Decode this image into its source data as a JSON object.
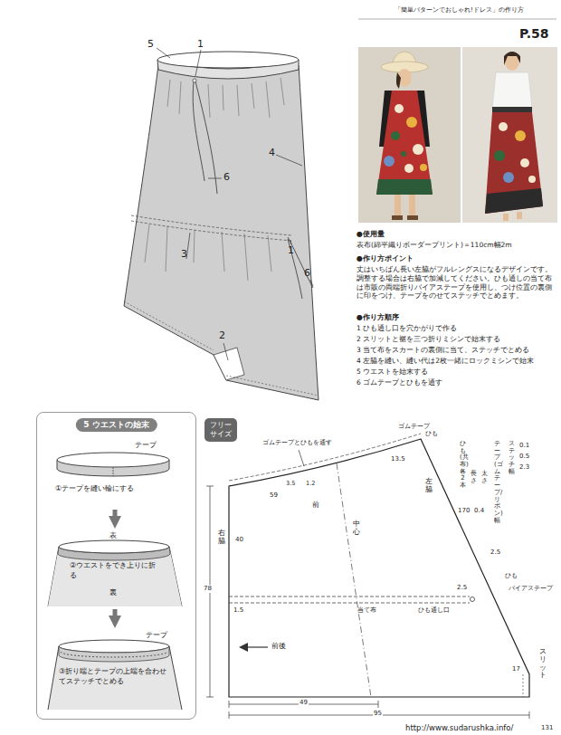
{
  "diagram": {
    "title": "「簡単パターンでおしゃれ!ドレス」の作り方",
    "nodes": [
      {
        "text": [
          "5 ウエストの始末"
        ]
      },
      {
        "text": [
          "テープ",
          "①テープを縫い輪にする"
        ],
        "in": 0
      },
      {
        "text": [
          "表",
          "②ウエストをでき上りに折る",
          "裏"
        ],
        "in": 0
      },
      {
        "text": [
          "テープ",
          "③折り端とテープの上端を合わせてステッチでとめる"
        ],
        "in": 0
      },
      {
        "text": [
          "フリー サイズ"
        ]
      }
    ],
    "edges": [
      {
        "from": 1,
        "to": 2,
        "arrow": "to"
      },
      {
        "from": 2,
        "to": 3,
        "arrow": "to"
      }
    ],
    "labels": [
      "P.58",
      "5",
      "1",
      "4",
      "6",
      "1",
      "6",
      "3",
      "2",
      "●使用量",
      "表布(綿平織りボーダープリント)＝110cm幅2m",
      "●作り方ポイント",
      "丈はいちばん長い左脇がフルレングスになるデザインです。調整する場合は右脇で加減してください。ひも通しの当て布は市販の両端折りバイアステープを使用し、つけ位置の裏側に印をつけ、テープをのせてステッチでとめます。",
      "●作り方順序",
      "1 ひも通し口を穴かがりで作る",
      "2 スリットと裾を三つ折りミシンで始末する",
      "3 当て布をスカートの裏側に当て、ステッチでとめる",
      "4 左脇を縫い、縫い代は2枚一緒にロックミシンで始末",
      "5 ウエストを始末する",
      "6 ゴムテープとひもを通す",
      "ゴムテープとひもを通す",
      "ゴムテープ",
      "ひも",
      "13.5",
      "3.5",
      "1.2",
      "59",
      "前",
      "中心",
      "右脇",
      "40",
      "78",
      "左脇",
      "ひも(共布)各2本",
      "長さ",
      "170",
      "太さ",
      "0.4",
      "テープ(ゴムテープ/リボン)幅",
      "2.5",
      "ステッチ幅",
      "0.1",
      "0.5",
      "2.3",
      "1.5",
      "当て布",
      "2.5",
      "ひも通し口",
      "ひも",
      "バイアステープ",
      "前後",
      "17",
      "スリット",
      "49",
      "95",
      "131",
      "http://www.sudarushka.info/"
    ]
  }
}
